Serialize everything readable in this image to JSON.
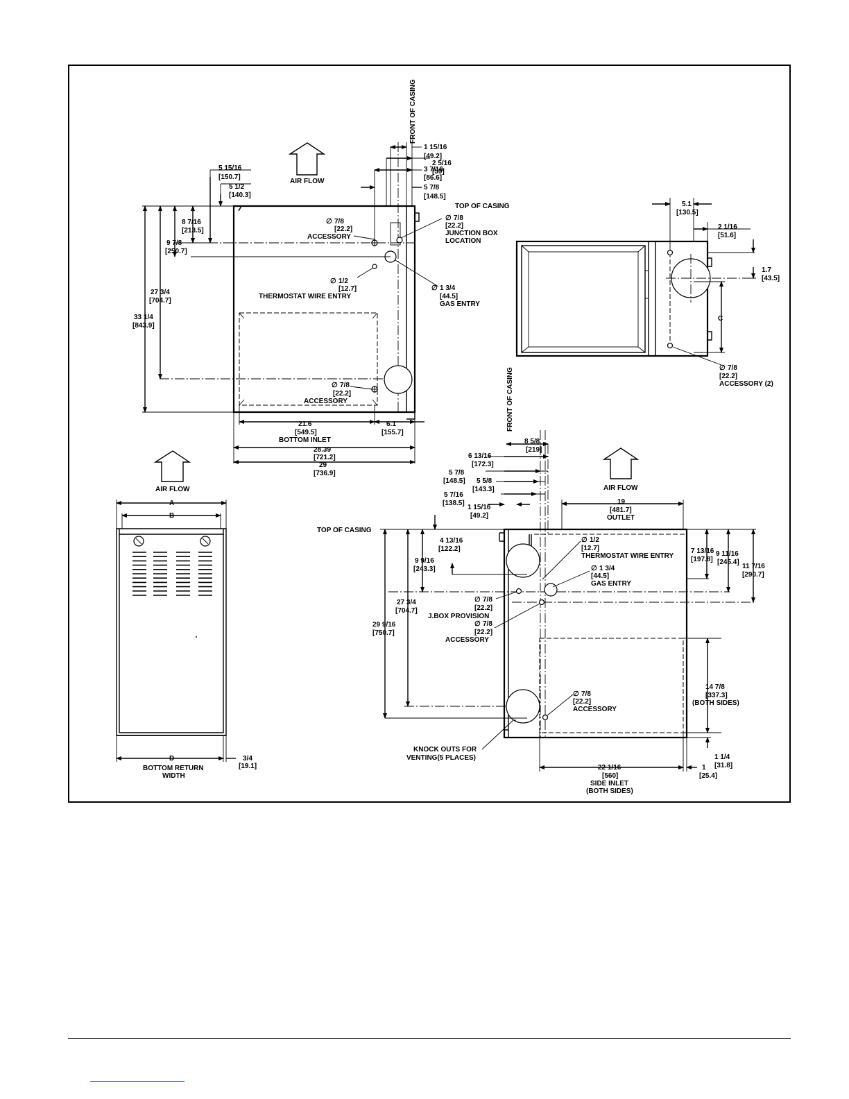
{
  "labels": {
    "front_of_casing": "FRONT OF CASING",
    "air_flow": "AIR FLOW",
    "top_of_casing": "TOP OF CASING",
    "d1": "1 15/16",
    "d1m": "[49.2]",
    "d2": "2 5/16",
    "d2m": "[59]",
    "d3": "3 7/16",
    "d3m": "[86.6]",
    "d4": "5 7/8",
    "d4m": "[148.5]",
    "d5": "5 15/16",
    "d5m": "[150.7]",
    "d6": "5 1/2",
    "d6m": "[140.3]",
    "d7": "8 7/16",
    "d7m": "[213.5]",
    "d8": "9 7/8",
    "d8m": "[250.7]",
    "d9": "27 3/4",
    "d9m": "[704.7]",
    "d10": "33 1/4",
    "d10m": "[843.9]",
    "dia78": "7/8",
    "dia78m": "[22.2]",
    "accessory": "ACCESSORY",
    "junction_box": "JUNCTION BOX",
    "location": "LOCATION",
    "dia12": "1/2",
    "dia12m": "[12.7]",
    "thermostat": "THERMOSTAT WIRE ENTRY",
    "dia134": "1 3/4",
    "dia134m": "[44.5]",
    "gas_entry": "GAS ENTRY",
    "d11": "21.6",
    "d11m": "[549.5]",
    "bottom_inlet": "BOTTOM INLET",
    "d12": "6.1",
    "d12m": "[155.7]",
    "d13": "28.39",
    "d13m": "[721.2]",
    "d14": "29",
    "d14m": "[736.9]",
    "d15": "5.1",
    "d15m": "[130.5]",
    "d16": "2 1/16",
    "d16m": "[51.6]",
    "d17": "1.7",
    "d17m": "[43.5]",
    "dim_c": "C",
    "accessory2": "ACCESSORY (2)",
    "dim_a": "A",
    "dim_b": "B",
    "dim_d": "D",
    "bottom_return": "BOTTOM RETURN",
    "width": "WIDTH",
    "d18": "3/4",
    "d18m": "[19.1]",
    "d19": "8 5/8",
    "d19m": "[219]",
    "d20": "6 13/16",
    "d20m": "[172.3]",
    "d21": "5 7/8",
    "d21m": "[148.5]",
    "d22": "5 5/8",
    "d22m": "[143.3]",
    "d23": "5 7/16",
    "d23m": "[138.5]",
    "d24": "1 15/16",
    "d24m": "[49.2]",
    "d25": "19",
    "d25m": "[481.7]",
    "outlet": "OUTLET",
    "d26": "4 13/16",
    "d26m": "[122.2]",
    "d27": "9 9/16",
    "d27m": "[243.3]",
    "d28": "27 3/4",
    "d28m": "[704.7]",
    "d29": "29 9/16",
    "d29m": "[750.7]",
    "jbox_prov": "J.BOX PROVISION",
    "d30": "7 13/16",
    "d30m": "[197.8]",
    "d31": "9 11/16",
    "d31m": "[245.4]",
    "d32": "11 7/16",
    "d32m": "[290.7]",
    "d33": "14 7/8",
    "d33m": "[337.3]",
    "both_sides": "(BOTH SIDES)",
    "d34": "1 1/4",
    "d34m": "[31.8]",
    "d35": "22 1/16",
    "d35m": "[560]",
    "side_inlet": "SIDE INLET",
    "d36": "1",
    "d36m": "[25.4]",
    "knock_outs": "KNOCK OUTS FOR",
    "venting": "VENTING(5 PLACES)"
  }
}
